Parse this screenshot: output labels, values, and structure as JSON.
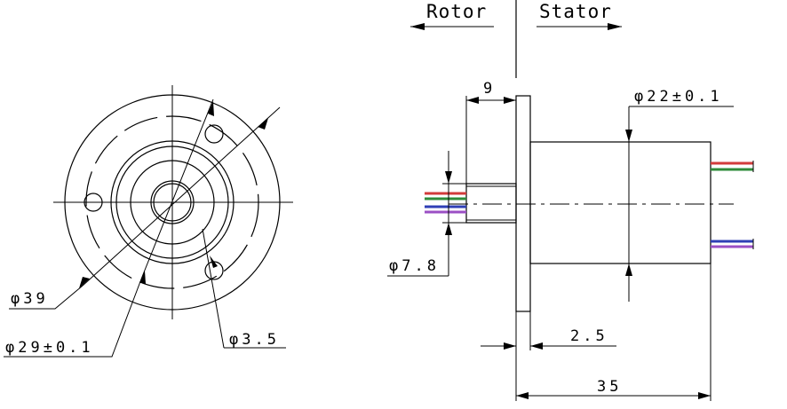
{
  "headings": {
    "rotor": "Rotor",
    "stator": "Stator"
  },
  "dimensions": {
    "outer_diameter": "φ39",
    "pitch_diameter": "φ29±0.1",
    "hole_diameter": "φ3.5",
    "shaft_diameter": "φ7.8",
    "body_diameter": "φ22±0.1",
    "rotor_length": "9",
    "flange_thickness": "2.5",
    "total_length": "35"
  },
  "wire_colors": {
    "red": "#d23b3b",
    "green": "#2e8b3a",
    "blue": "#2f3fb5",
    "purple": "#9b4fc4"
  }
}
